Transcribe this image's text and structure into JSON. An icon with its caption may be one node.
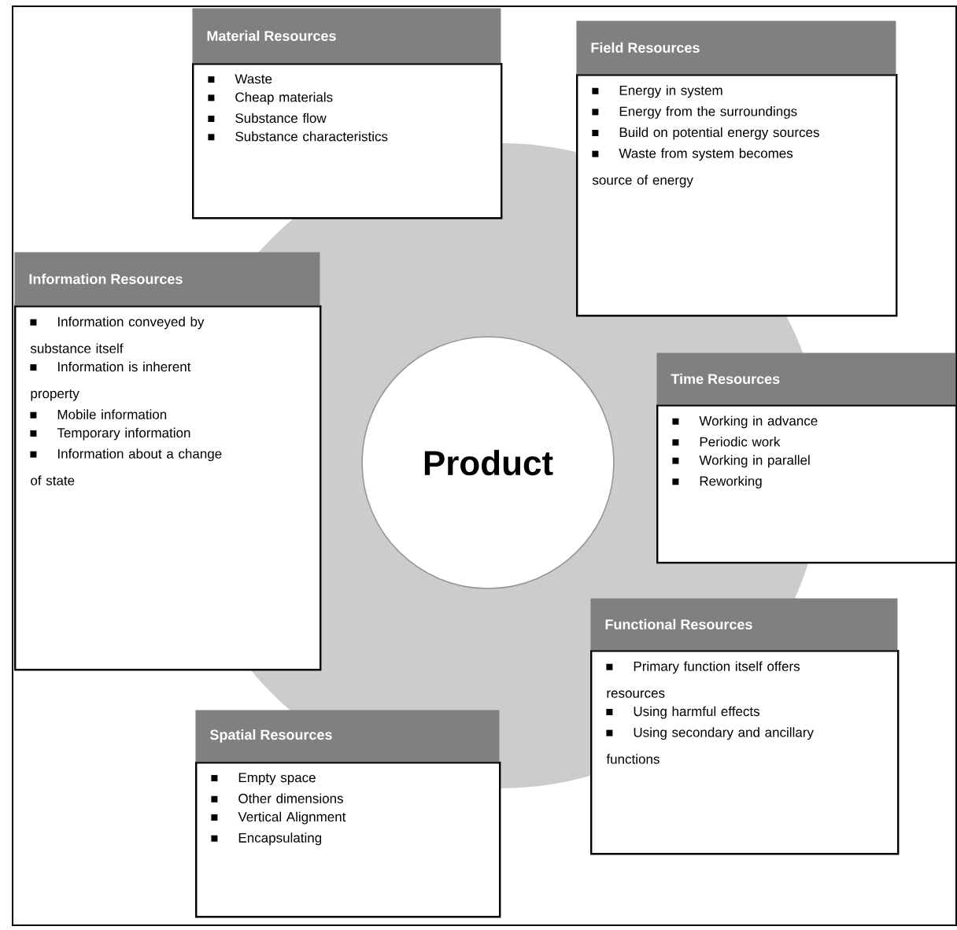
{
  "diagram": {
    "nodes": [
      {
        "text": [
          "Material Resources",
          "Waste",
          "Cheap materials",
          "Substance flow",
          "Substance characteristics"
        ]
      },
      {
        "text": [
          "Field Resources",
          "Energy in system",
          "Energy from the surroundings",
          "Build on potential energy sources",
          "Waste from system becomes source of energy"
        ]
      },
      {
        "text": [
          "Information Resources",
          "Information conveyed by substance itself",
          "Information is inherent property",
          "Mobile information",
          "Temporary information",
          "Information about a change of state"
        ]
      },
      {
        "text": [
          "Product"
        ]
      },
      {
        "text": [
          "Time Resources",
          "Working in advance",
          "Periodic work",
          "Working in parallel",
          "Reworking"
        ]
      },
      {
        "text": [
          "Functional Resources",
          "Primary function itself offers resources",
          "Using harmful effects",
          "Using secondary and ancillary functions"
        ]
      },
      {
        "text": [
          "Spatial Resources",
          "Empty space",
          "Other dimensions",
          "Vertical Alignment",
          "Encapsulating"
        ]
      }
    ],
    "edges": []
  }
}
